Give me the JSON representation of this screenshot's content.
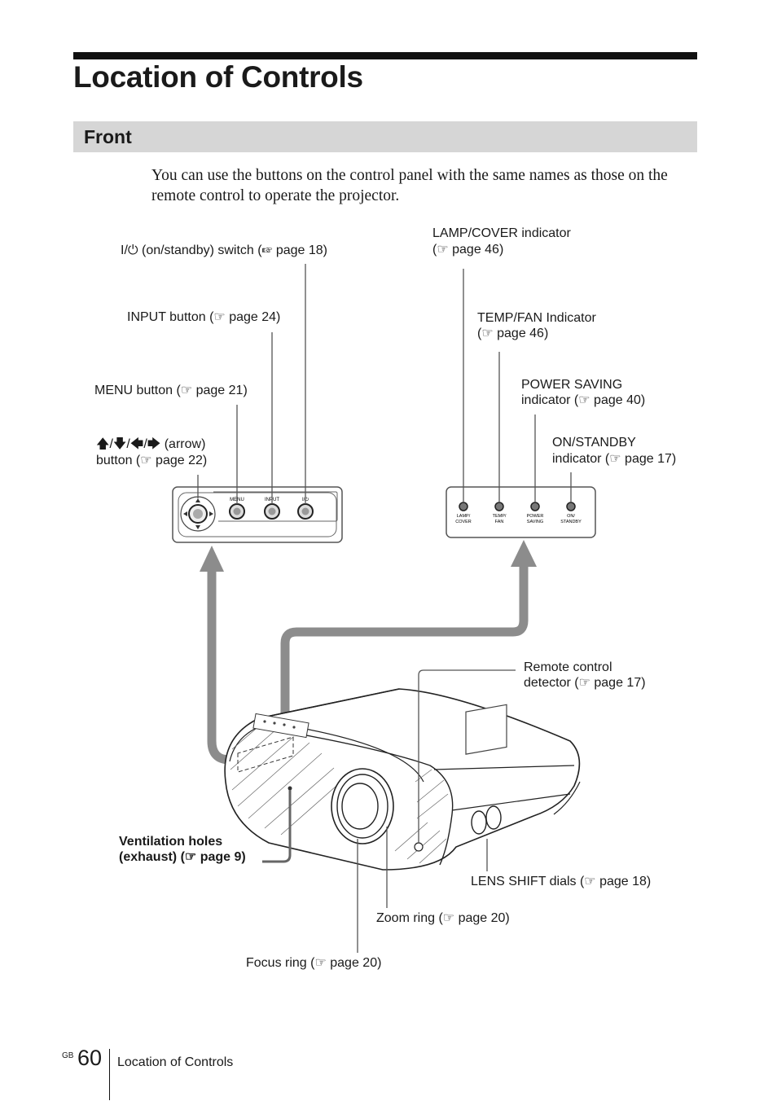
{
  "page": {
    "title": "Location of Controls",
    "section": "Front",
    "intro": "You can use the buttons on the control panel with the same names as those on the remote control to operate the projector."
  },
  "callouts": {
    "power_switch": "I/⏻ (on/standby) switch (☞ page 18)",
    "input_button": "INPUT button (☞ page 24)",
    "menu_button": "MENU button (☞ page 21)",
    "arrow_button_line1": "🡅/🡇/🡄/🡆 (arrow)",
    "arrow_button_line2": "button (☞ page 22)",
    "lamp_cover_line1": "LAMP/COVER indicator",
    "lamp_cover_line2": "(☞ page 46)",
    "temp_fan_line1": "TEMP/FAN Indicator",
    "temp_fan_line2": "(☞ page 46)",
    "power_saving_line1": "POWER SAVING",
    "power_saving_line2": "indicator (☞ page 40)",
    "on_standby_line1": "ON/STANDBY",
    "on_standby_line2": "indicator (☞ page 17)",
    "remote_line1": "Remote control",
    "remote_line2": "detector (☞ page 17)",
    "vent_line1": "Ventilation holes",
    "vent_line2": "(exhaust) (☞ page 9)",
    "lens_shift": "LENS SHIFT dials (☞ page 18)",
    "zoom_ring": "Zoom ring (☞ page 20)",
    "focus_ring": "Focus ring (☞ page 20)"
  },
  "panel_left": {
    "menu": "MENU",
    "input": "INPUT",
    "power": "I/⏻"
  },
  "panel_right": {
    "lamp_1": "LAMP/",
    "lamp_2": "COVER",
    "temp_1": "TEMP/",
    "temp_2": "FAN",
    "ps_1": "POWER",
    "ps_2": "SAVING",
    "on_1": "ON/",
    "on_2": "STANDBY"
  },
  "footer": {
    "region": "GB",
    "page_number": "60",
    "running_title": "Location of Controls"
  },
  "colors": {
    "rule": "#111111",
    "section_bar": "#d6d6d6",
    "arrow": "#8c8c8c"
  }
}
